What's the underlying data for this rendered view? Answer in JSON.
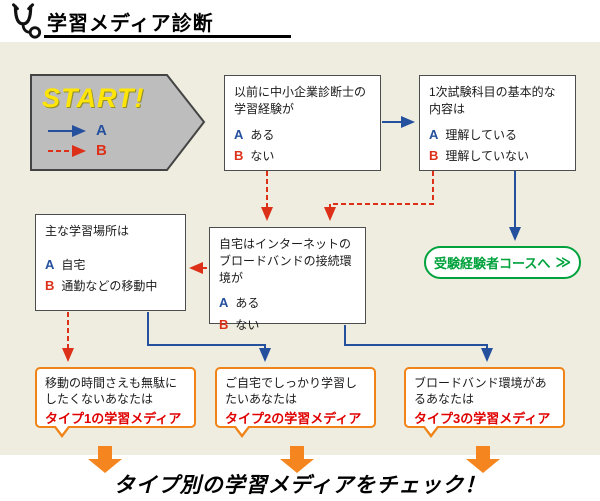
{
  "header": {
    "title": "学習メディア診断"
  },
  "start": {
    "label": "START!"
  },
  "labels": {
    "a": "A",
    "b": "B"
  },
  "nodes": {
    "experience": {
      "question": "以前に中小企業診断士の学習経験が",
      "option_a": "ある",
      "option_b": "ない"
    },
    "basics": {
      "question": "1次試験科目の基本的な内容は",
      "option_a": "理解している",
      "option_b": "理解していない"
    },
    "place": {
      "question": "主な学習場所は",
      "option_a": "自宅",
      "option_b": "通勤などの移動中"
    },
    "broadband": {
      "question": "自宅はインターネットのブロードバンドの接続環境が",
      "option_a": "ある",
      "option_b": "ない"
    }
  },
  "experienced_course": {
    "label": "受験経験者コースへ",
    "chevron_icon": "≫"
  },
  "results": [
    {
      "description": "移動の時間さえも無駄にしたくないあなたは",
      "type_label": "タイプ1の学習メディア"
    },
    {
      "description": "ご自宅でしっかり学習したいあなたは",
      "type_label": "タイプ2の学習メディア"
    },
    {
      "description": "ブロードバンド環境があるあなたは",
      "type_label": "タイプ3の学習メディア"
    }
  ],
  "footer": {
    "text": "タイプ別の学習メディアをチェック！"
  },
  "colors": {
    "route_a_blue": "#24509e",
    "route_b_red": "#dd3018",
    "accent_orange": "#f08418",
    "accent_green": "#00a23c",
    "start_fill": "#bdbdbd",
    "type_red": "#e00000",
    "background": "#eeeddf"
  }
}
